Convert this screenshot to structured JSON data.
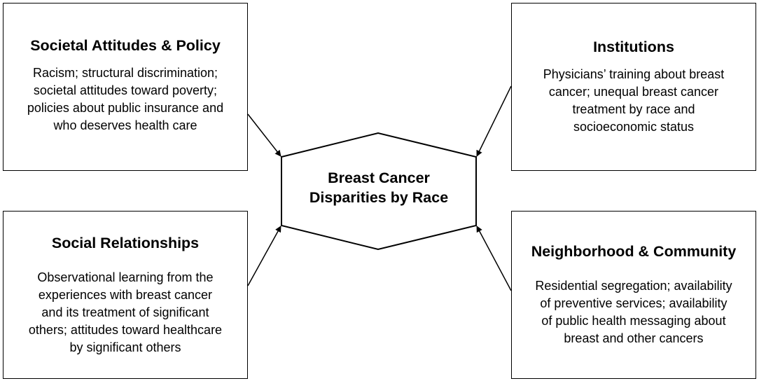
{
  "center": {
    "lines": [
      "Breast Cancer",
      "Disparities by Race"
    ]
  },
  "boxes": {
    "top_left": {
      "title": "Societal Attitudes & Policy",
      "lines": [
        "Racism; structural discrimination;",
        "societal attitudes toward poverty;",
        "policies about public insurance and",
        "who deserves health care"
      ]
    },
    "top_right": {
      "title": "Institutions",
      "lines": [
        "Physicians’ training about breast",
        "cancer; unequal breast cancer",
        "treatment by race and",
        "socioeconomic status"
      ]
    },
    "bottom_left": {
      "title": "Social Relationships",
      "lines": [
        "Observational learning from the",
        "experiences with breast cancer",
        "and its treatment of significant",
        "others; attitudes toward healthcare",
        "by significant others"
      ]
    },
    "bottom_right": {
      "title": "Neighborhood & Community",
      "lines": [
        "Residential segregation; availability",
        "of preventive services; availability",
        "of public health messaging about",
        "breast and other cancers"
      ]
    }
  }
}
